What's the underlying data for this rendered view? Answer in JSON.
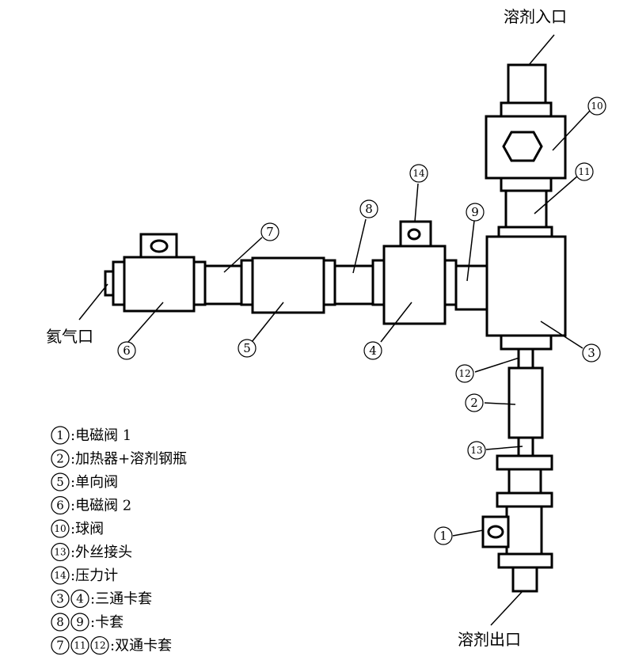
{
  "labels": {
    "solvent_inlet": "溶剂入口",
    "solvent_outlet": "溶剂出口",
    "argon_port": "氦气口"
  },
  "callouts": {
    "n1": "1",
    "n2": "2",
    "n3": "3",
    "n4": "4",
    "n5": "5",
    "n6": "6",
    "n7": "7",
    "n8": "8",
    "n9": "9",
    "n10": "10",
    "n11": "11",
    "n12": "12",
    "n13": "13",
    "n14": "14"
  },
  "legend": [
    {
      "marks": [
        "1"
      ],
      "text": ":电磁阀 1"
    },
    {
      "marks": [
        "2"
      ],
      "text": ":加热器+溶剂钢瓶"
    },
    {
      "marks": [
        "5"
      ],
      "text": ":单向阀"
    },
    {
      "marks": [
        "6"
      ],
      "text": ":电磁阀 2"
    },
    {
      "marks": [
        "10"
      ],
      "text": ":球阀"
    },
    {
      "marks": [
        "13"
      ],
      "text": ":外丝接头"
    },
    {
      "marks": [
        "14"
      ],
      "text": ":压力计"
    },
    {
      "marks": [
        "3",
        "4"
      ],
      "text": ":三通卡套"
    },
    {
      "marks": [
        "8",
        "9"
      ],
      "text": ":卡套"
    },
    {
      "marks": [
        "7",
        "11",
        "12"
      ],
      "text": ":双通卡套"
    }
  ]
}
